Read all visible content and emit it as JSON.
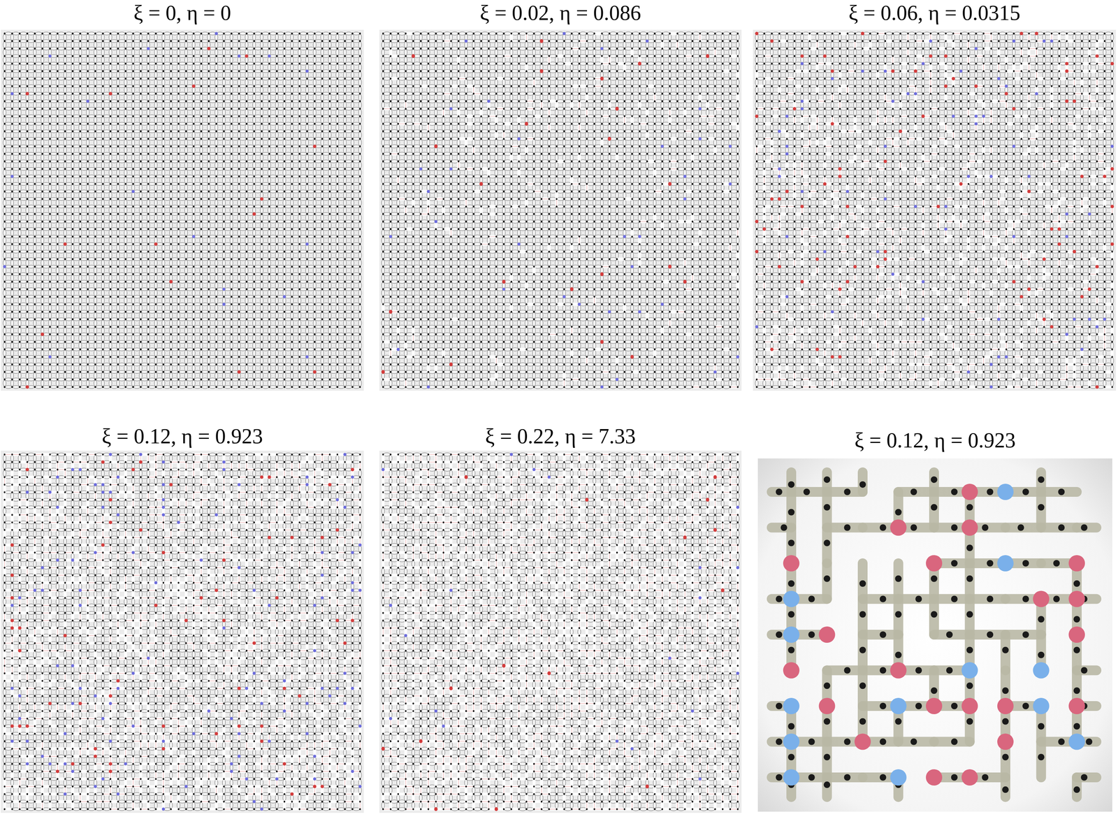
{
  "diagram": {
    "labels": [
      "ξ = 0, η = 0",
      "ξ = 0.02, η = 0.086",
      "ξ = 0.06, η = 0.0315",
      "ξ = 0.12, η = 0.923",
      "ξ = 0.22, η = 7.33",
      "ξ = 0.12, η = 0.923"
    ]
  }
}
